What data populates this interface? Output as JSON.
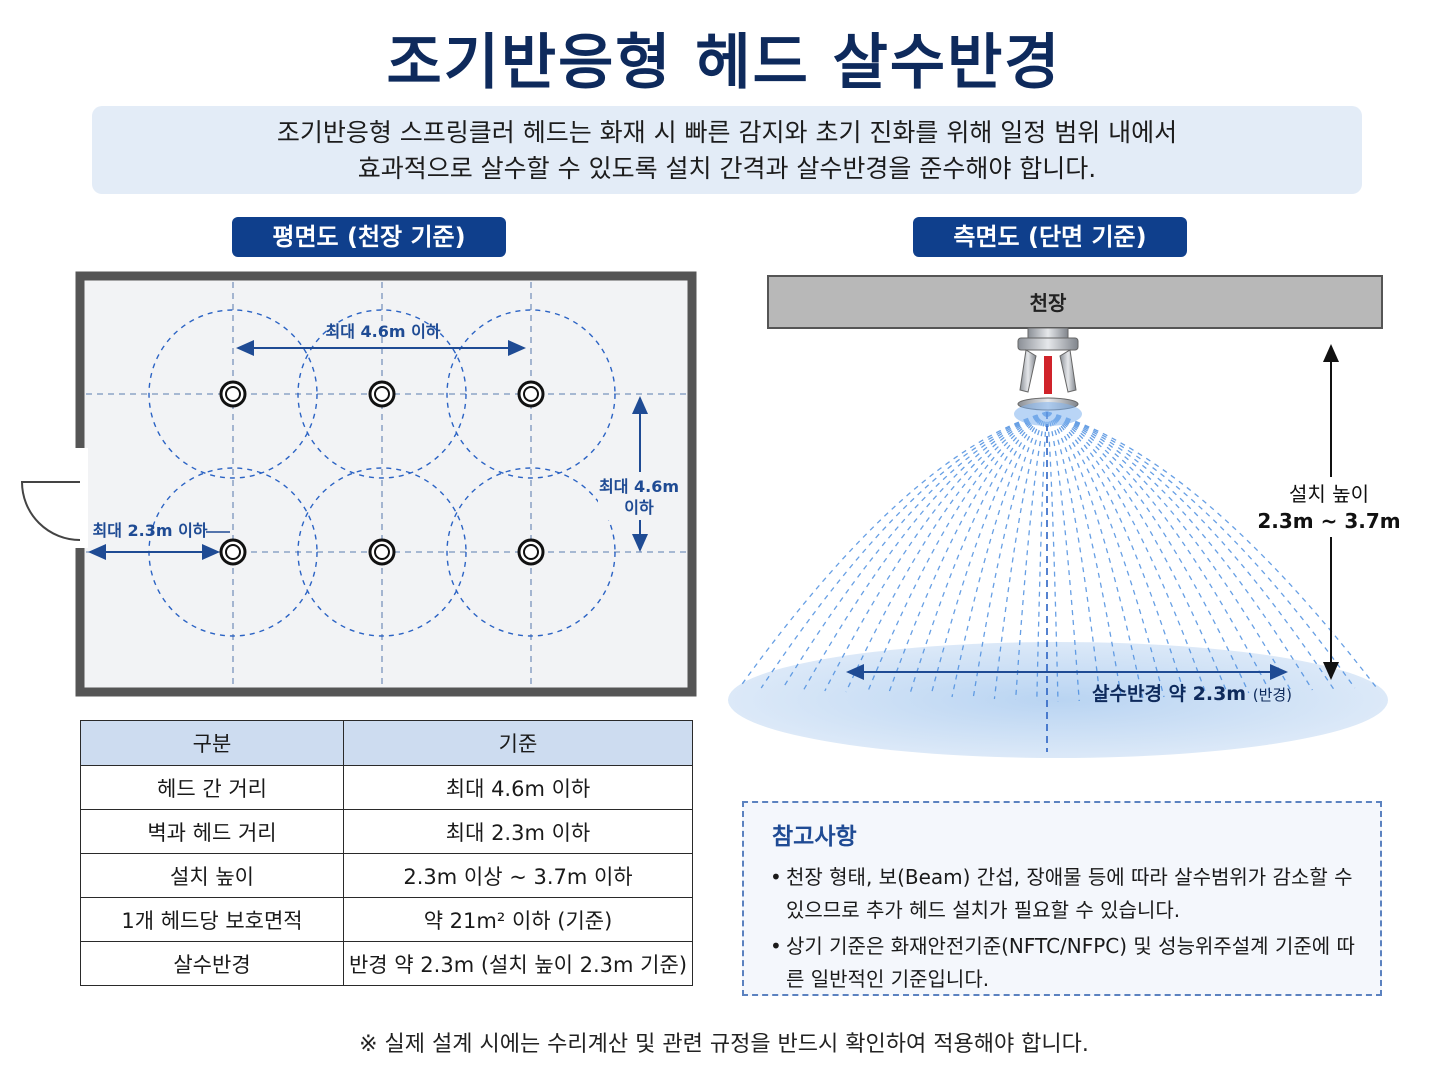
{
  "title": "조기반응형 헤드 살수반경",
  "intro": {
    "line1": "조기반응형 스프링클러 헤드는 화재 시 빠른 감지와 초기 진화를 위해 일정 범위 내에서",
    "line2": "효과적으로 살수할 수 있도록 설치 간격과 살수반경을 준수해야 합니다."
  },
  "plan": {
    "heading": "평면도 (천장 기준)",
    "label_head_spacing": "최대 4.6m 이하",
    "label_row_spacing_1": "최대 4.6m",
    "label_row_spacing_2": "이하",
    "label_wall_distance": "최대 2.3m 이하",
    "heads": [
      {
        "col": 0,
        "row": 0
      },
      {
        "col": 1,
        "row": 0
      },
      {
        "col": 2,
        "row": 0
      },
      {
        "col": 0,
        "row": 1
      },
      {
        "col": 1,
        "row": 1
      },
      {
        "col": 2,
        "row": 1
      }
    ]
  },
  "side": {
    "heading": "측면도 (단면 기준)",
    "ceiling_label": "천장",
    "height_label_1": "설치 높이",
    "height_label_2": "2.3m ~ 3.7m",
    "radius_label": "살수반경 약 2.3m",
    "radius_note": "(반경)"
  },
  "table": {
    "headers": [
      "구분",
      "기준"
    ],
    "rows": [
      [
        "헤드 간 거리",
        "최대 4.6m 이하"
      ],
      [
        "벽과 헤드 거리",
        "최대 2.3m 이하"
      ],
      [
        "설치 높이",
        "2.3m 이상 ~ 3.7m 이하"
      ],
      [
        "1개 헤드당 보호면적",
        "약 21m² 이하 (기준)"
      ],
      [
        "살수반경",
        "반경 약 2.3m (설치 높이 2.3m 기준)"
      ]
    ]
  },
  "notes": {
    "title": "참고사항",
    "items": [
      "천장 형태, 보(Beam) 간섭, 장애물 등에 따라 살수범위가 감소할 수 있으므로 추가 헤드 설치가 필요할 수 있습니다.",
      "상기 기준은 화재안전기준(NFTC/NFPC) 및 성능위주설계 기준에 따른 일반적인 기준입니다."
    ]
  },
  "footer": "※ 실제 설계 시에는 수리계산 및 관련 규정을 반드시 확인하여 적용해야 합니다.",
  "colors": {
    "navy": "#0e2a5c",
    "accent": "#0f3f8c",
    "spray": "#4d8fe0"
  }
}
